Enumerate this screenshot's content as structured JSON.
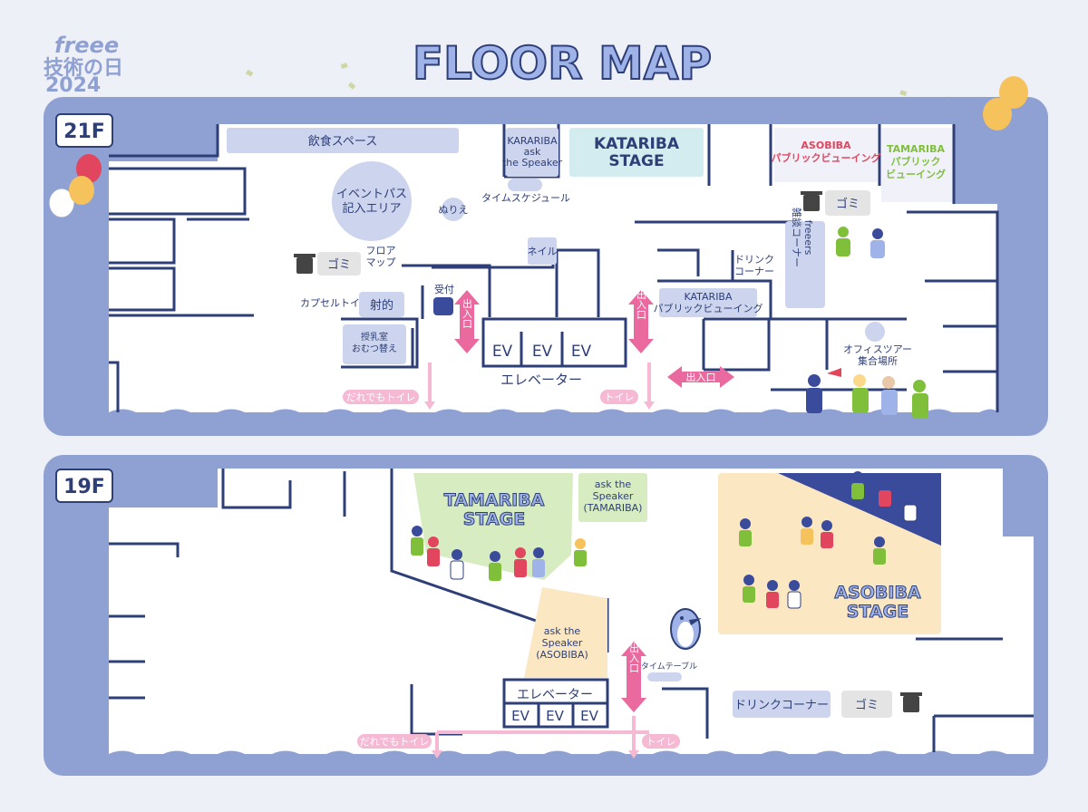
{
  "header": {
    "logo_line1": "freee",
    "logo_line2": "技術の日",
    "logo_line3": "2024",
    "title": "FLOOR MAP"
  },
  "colors": {
    "navy": "#2e3f78",
    "frame": "#8fa0d2",
    "label_bg": "#ccd4ee",
    "stage_teal": "#d3ecef",
    "cream": "#fbe8c3",
    "pink": "#ea6aa0",
    "pink_light": "#f6b9d3",
    "asobiba_red": "#e2465f",
    "tamariba_green": "#7fbf3a",
    "gray": "#e4e4e4"
  },
  "floor21": {
    "badge": "21F",
    "food": "飲食スペース",
    "kara_ask": "KARARIBA\nask\nthe Speaker",
    "katariba_stage": "KATARIBA\nSTAGE",
    "timeschedule": "タイムスケジュール",
    "asobiba": "ASOBIBA\nパブリックビューイング",
    "tamariba": "TAMARIBA\nパブリック\nビューイング",
    "event_pass": "イベントパス\n記入エリア",
    "nurie": "ぬりえ",
    "trash1": "ゴミ",
    "trash2": "ゴミ",
    "floor_map": "フロア\nマップ",
    "nail": "ネイル",
    "drink": "ドリンク\nコーナー",
    "freeers": "freeers\n雑談コーナー",
    "capsule": "カプセルトイ",
    "shateki": "射的",
    "reception": "受付",
    "nursing": "授乳室\nおむつ替え",
    "katariba_pv": "KATARIBA\nパブリックビューイング",
    "office_tour": "オフィスツアー\n集合場所",
    "exit": "出入口",
    "ev": "EV",
    "elevator": "エレベーター",
    "toilet_all": "だれでもトイレ",
    "toilet": "トイレ"
  },
  "floor19": {
    "badge": "19F",
    "tamariba_stage": "TAMARIBA\nSTAGE",
    "ask_tamariba": "ask the\nSpeaker\n(TAMARIBA)",
    "ask_asobiba": "ask the\nSpeaker\n(ASOBIBA)",
    "asobiba_stage": "ASOBIBA\nSTAGE",
    "time_table": "タイムテーブル",
    "exit": "出入口",
    "elevator": "エレベーター",
    "ev": "EV",
    "drink": "ドリンクコーナー",
    "trash": "ゴミ",
    "toilet_all": "だれでもトイレ",
    "toilet": "トイレ"
  }
}
